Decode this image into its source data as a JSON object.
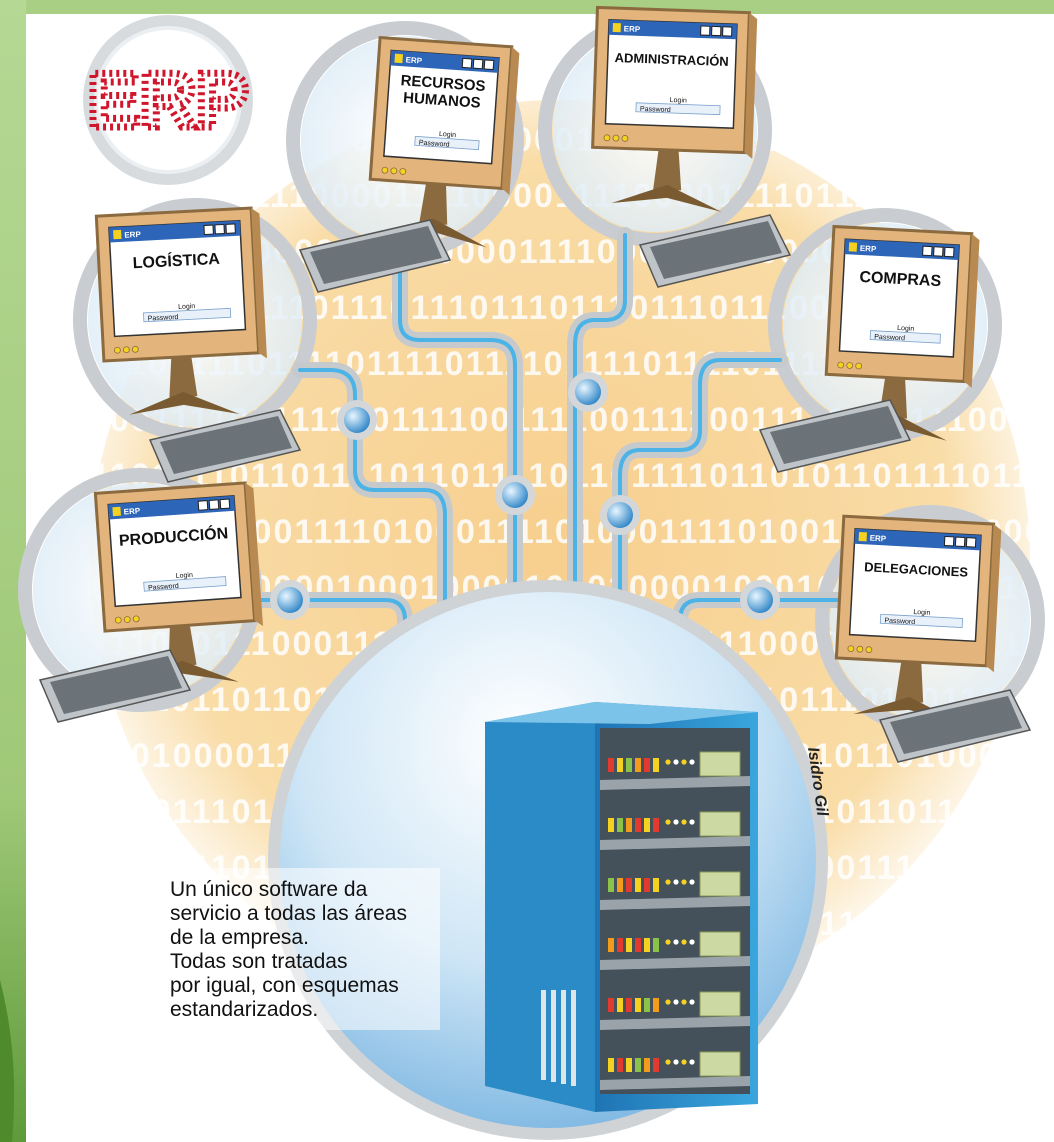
{
  "logo": {
    "text": "ERP"
  },
  "window_tag": "ERP",
  "login": {
    "login_label": "Login",
    "password_label": "Password"
  },
  "modules": [
    {
      "id": "recursos-humanos",
      "title_lines": [
        "RECURSOS",
        "HUMANOS"
      ]
    },
    {
      "id": "administracion",
      "title_lines": [
        "ADMINISTRACIÓN"
      ]
    },
    {
      "id": "logistica",
      "title_lines": [
        "LOGÍSTICA"
      ]
    },
    {
      "id": "compras",
      "title_lines": [
        "COMPRAS"
      ]
    },
    {
      "id": "produccion",
      "title_lines": [
        "PRODUCCIÓN"
      ]
    },
    {
      "id": "delegaciones",
      "title_lines": [
        "DELEGACIONES"
      ]
    }
  ],
  "caption_lines": [
    "Un único software da",
    "servicio a todas las áreas",
    "de la empresa.",
    "Todas son tratadas",
    "por igual, con esquemas",
    "estandarizados."
  ],
  "signature": "Isidro Gil",
  "binary_rows": [
    "01100001111000011100001111000111100",
    "0111100001111000011110000111100001111",
    "1111000011110000111100001111000011110",
    "0000111100000111100000111100001111000",
    "0111011101110111011101110111011101110",
    "1111011110111101111011110111101111011",
    "1100111100111100111100111100111100111",
    "0110111101101111011011110110111101101",
    "1011110100011110100011110100011110100",
    "1000011110000100010000100010000100010",
    "0111000111000111000111000111000111000",
    "1101101101101101101101101101101101101",
    "0110100001101000011010000110100001101",
    "1011011101101110110111011011101101110",
    "0011101101110110111011011101101110110",
    "1101101101101101101101101101101101101",
    "0110110110110110110110110110110110110"
  ],
  "colors": {
    "background_left": "#a9cf84",
    "binary_area": "#f9dca6",
    "binary_text": "#ffffff",
    "ring": "#c4c8cc",
    "globe": "#8fc3e8",
    "server": "#2f8fc9",
    "monitor_frame": "#e3b57c",
    "screen": "#ffffff",
    "titlebar": "#2d65b8",
    "logo_red": "#d0162c"
  }
}
